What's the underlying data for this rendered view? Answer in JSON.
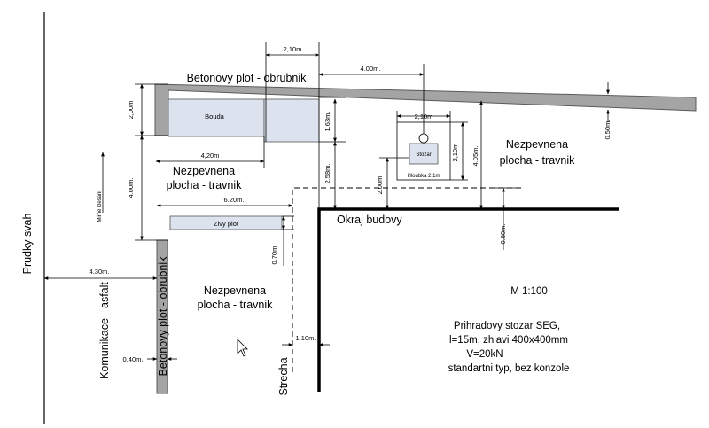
{
  "labels": {
    "fence_top": "Betonovy plot - obrubnik",
    "shed": "Bouda",
    "unpaved_1a": "Nezpevnena",
    "unpaved_1b": "plocha - travnik",
    "unpaved_2a": "Nezpevnena",
    "unpaved_2b": "plocha - travnik",
    "unpaved_3a": "Nezpevnena",
    "unpaved_3b": "plocha - travnik",
    "building_edge": "Okraj budovy",
    "hedge": "Zivy plot",
    "mast": "Stozar",
    "depth": "Hloubka 2.1m",
    "steep_slope": "Prudky svah",
    "road": "Komunikace - asfalt",
    "fence_left": "Betonovy plot - obrubnik",
    "roof": "Strecha",
    "slope": "Mirne klesani",
    "scale": "M 1:100",
    "spec_1": "Prihradovy stozar SEG,",
    "spec_2": "l=15m, zhlavi 400x400mm",
    "spec_3": "V=20kN",
    "spec_4": "standartni typ, bez konzole"
  },
  "dimensions": {
    "d_210_top": "2,10m",
    "d_400": "4.00m.",
    "d_200_left": "2,00m",
    "d_163": "1.63m.",
    "d_420": "4,20m",
    "d_210_mast_w": "2,10m",
    "d_210_mast_h": "2,10m",
    "d_405": "4.05m.",
    "d_050": "0.50m.",
    "d_400_left": "4.00m.",
    "d_258": "2.58m.",
    "d_200_mid": "2.00m.",
    "d_620": "6.20m.",
    "d_080": "0.80m.",
    "d_070": "0.70m.",
    "d_430": "4.30m.",
    "d_110": "1.10m.",
    "d_040": "0.40m."
  },
  "colors": {
    "concrete": "#a4a4a4",
    "concrete_stroke": "#5a5a5a",
    "shed_fill": "#dde3ee",
    "line": "#000000"
  }
}
